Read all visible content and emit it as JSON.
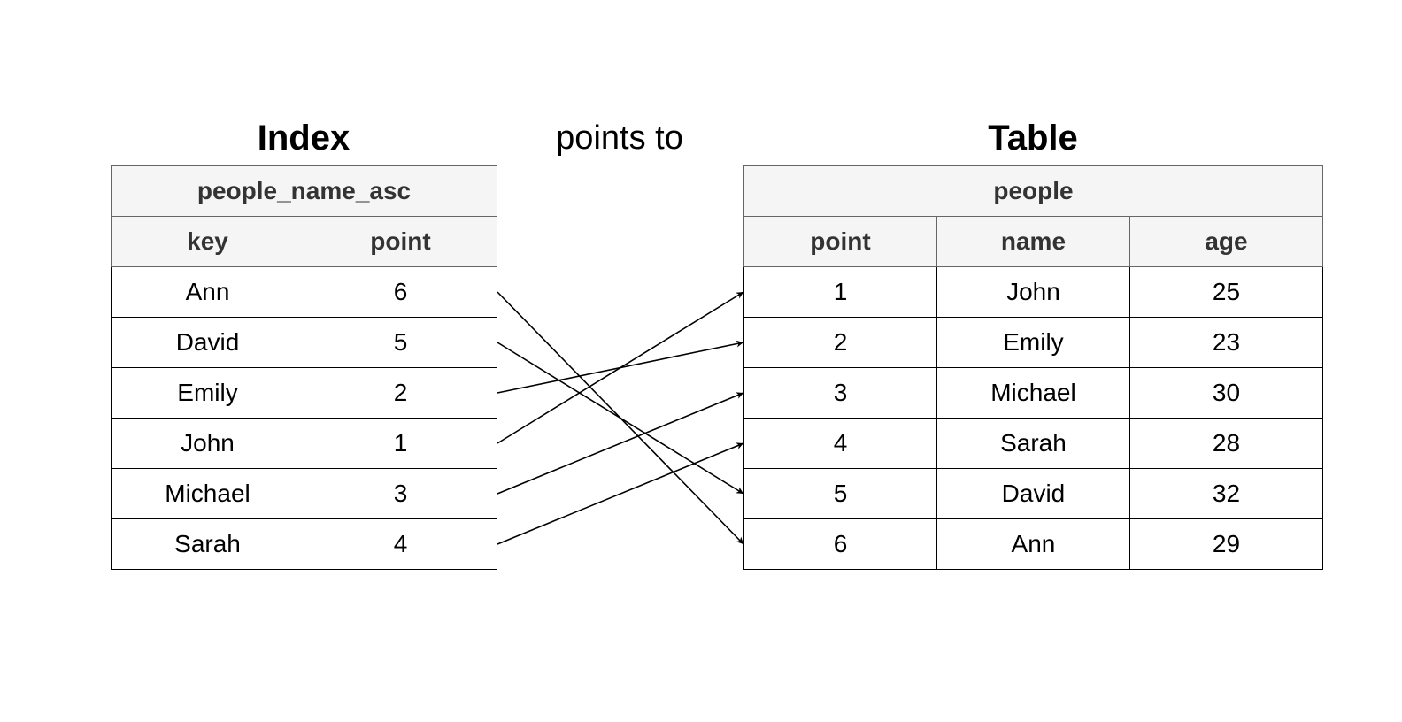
{
  "index_title": "Index",
  "connector_label": "points to",
  "table_title": "Table",
  "index": {
    "name": "people_name_asc",
    "columns": [
      "key",
      "point"
    ],
    "rows": [
      {
        "key": "Ann",
        "point": "6"
      },
      {
        "key": "David",
        "point": "5"
      },
      {
        "key": "Emily",
        "point": "2"
      },
      {
        "key": "John",
        "point": "1"
      },
      {
        "key": "Michael",
        "point": "3"
      },
      {
        "key": "Sarah",
        "point": "4"
      }
    ]
  },
  "people": {
    "name": "people",
    "columns": [
      "point",
      "name",
      "age"
    ],
    "rows": [
      {
        "point": "1",
        "name": "John",
        "age": "25"
      },
      {
        "point": "2",
        "name": "Emily",
        "age": "23"
      },
      {
        "point": "3",
        "name": "Michael",
        "age": "30"
      },
      {
        "point": "4",
        "name": "Sarah",
        "age": "28"
      },
      {
        "point": "5",
        "name": "David",
        "age": "32"
      },
      {
        "point": "6",
        "name": "Ann",
        "age": "29"
      }
    ]
  },
  "colors": {
    "header_bg": "#f5f5f5",
    "header_text": "#333333",
    "line": "#000000"
  }
}
